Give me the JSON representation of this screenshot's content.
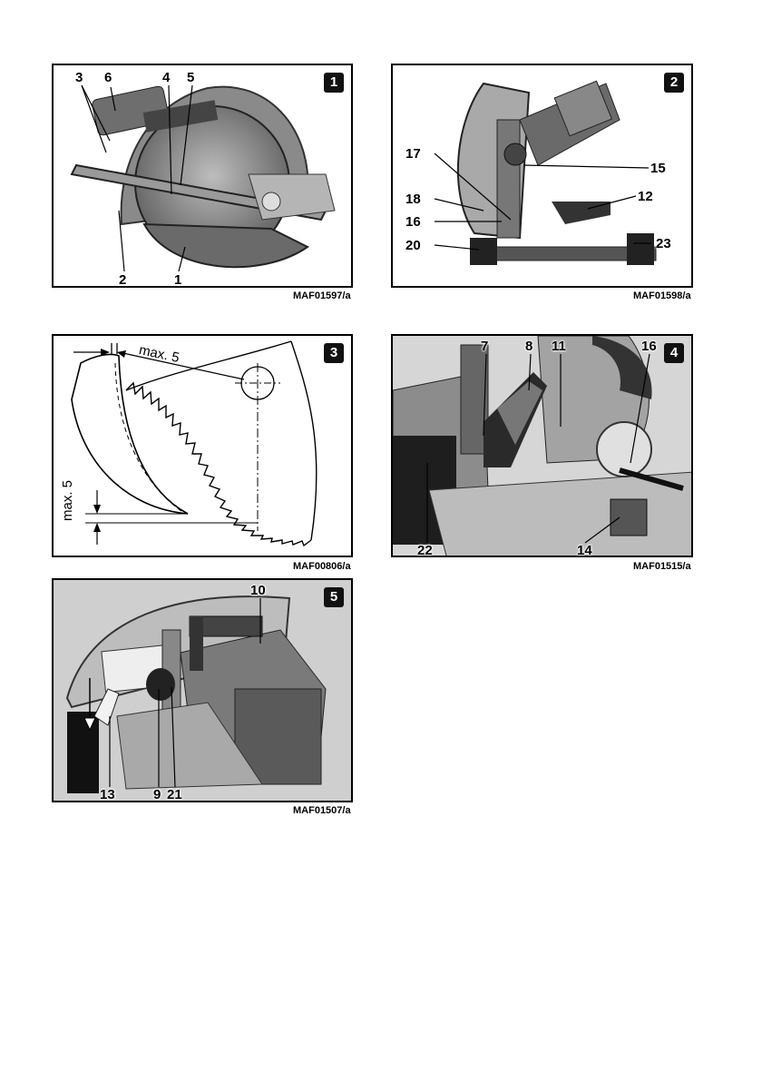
{
  "figures": [
    {
      "number": "1",
      "code": "MAF01597/a",
      "labels": [
        "3",
        "6",
        "4",
        "5",
        "2",
        "1"
      ]
    },
    {
      "number": "2",
      "code": "MAF01598/a",
      "labels": [
        "17",
        "15",
        "18",
        "12",
        "16",
        "20",
        "23"
      ]
    },
    {
      "number": "3",
      "code": "MAF00806/a",
      "labels": [
        "max. 5",
        "max. 5"
      ]
    },
    {
      "number": "4",
      "code": "MAF01515/a",
      "labels": [
        "7",
        "8",
        "11",
        "16",
        "22",
        "14"
      ]
    },
    {
      "number": "5",
      "code": "MAF01507/a",
      "labels": [
        "10",
        "13",
        "9",
        "21"
      ]
    }
  ]
}
